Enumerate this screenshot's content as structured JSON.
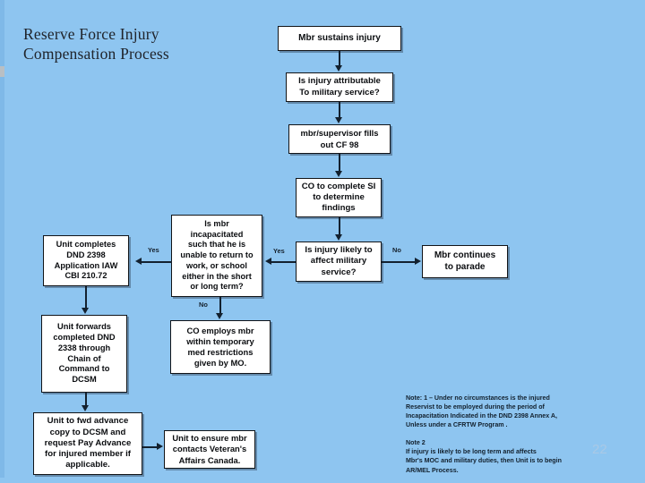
{
  "slide": {
    "title": "Reserve Force Injury\nCompensation Process",
    "page_number": "22",
    "background_color": "#8ec5f0",
    "box_fill_color": "#ffffff",
    "line_color": "#13212f"
  },
  "flowchart": {
    "type": "flowchart",
    "nodes": [
      {
        "id": "sustains",
        "label": "Mbr sustains injury"
      },
      {
        "id": "attributable",
        "label": "Is injury attributable\nTo military service?"
      },
      {
        "id": "cf98",
        "label": "mbr/supervisor fills\nout CF 98"
      },
      {
        "id": "co_si",
        "label": "CO to complete SI\nto determine\nfindings"
      },
      {
        "id": "likely",
        "label": "Is injury likely to\naffect military\nservice?"
      },
      {
        "id": "parade",
        "label": "Mbr continues\nto parade"
      },
      {
        "id": "incapacitated",
        "label": "Is mbr\nincapacitated\nsuch that he is\nunable to return to\nwork, or school\neither in the short\nor long term?"
      },
      {
        "id": "unit_completes",
        "label": "Unit completes\nDND 2398\nApplication IAW\nCBI 210.72"
      },
      {
        "id": "co_employs",
        "label": "CO employs mbr\nwithin temporary\nmed restrictions\ngiven by MO."
      },
      {
        "id": "unit_forwards",
        "label": "Unit forwards\ncompleted DND\n2338 through\nChain of\nCommand to\nDCSM"
      },
      {
        "id": "fwd_advance",
        "label": "Unit to fwd advance\ncopy to DCSM and\nrequest Pay Advance\nfor injured member if\napplicable."
      },
      {
        "id": "vac",
        "label": "Unit to ensure mbr\ncontacts  Veteran's\nAffairs Canada."
      }
    ],
    "edges": [
      {
        "from": "sustains",
        "to": "attributable",
        "label": ""
      },
      {
        "from": "attributable",
        "to": "cf98",
        "label": ""
      },
      {
        "from": "cf98",
        "to": "co_si",
        "label": ""
      },
      {
        "from": "co_si",
        "to": "likely",
        "label": ""
      },
      {
        "from": "likely",
        "to": "parade",
        "label": "No"
      },
      {
        "from": "likely",
        "to": "incapacitated",
        "label": "Yes"
      },
      {
        "from": "incapacitated",
        "to": "unit_completes",
        "label": "Yes"
      },
      {
        "from": "incapacitated",
        "to": "co_employs",
        "label": "No"
      },
      {
        "from": "unit_completes",
        "to": "unit_forwards",
        "label": ""
      },
      {
        "from": "unit_forwards",
        "to": "fwd_advance",
        "label": ""
      },
      {
        "from": "fwd_advance",
        "to": "vac",
        "label": ""
      }
    ],
    "edge_labels": {
      "no_right": "No",
      "yes_right": "Yes",
      "yes_left": "Yes",
      "no_down": "No"
    }
  },
  "notes": {
    "text": "Note: 1 – Under no circumstances is the injured\nReservist to be employed during the period of\nIncapacitation Indicated in the DND 2398 Annex A,\nUnless under a CFRTW Program .\n\nNote 2\nIf injury is likely to be long term and affects\nMbr's MOC and military duties, then Unit is to begin\nAR/MEL Process."
  }
}
